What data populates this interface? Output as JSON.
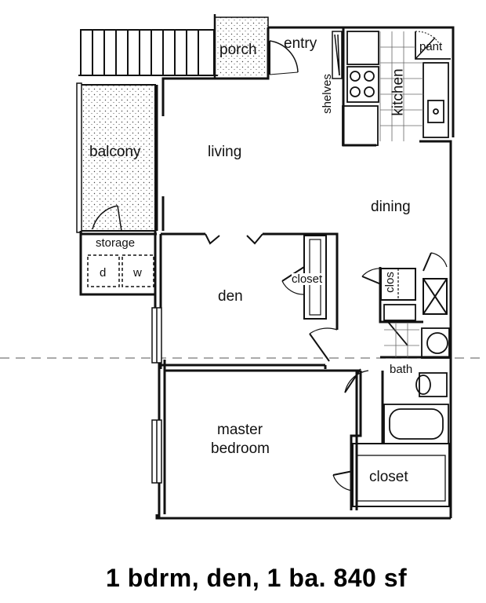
{
  "rooms": {
    "porch": "porch",
    "entry": "entry",
    "pant": "pant",
    "shelves": "shelves",
    "kitchen": "kitchen",
    "balcony": "balcony",
    "living": "living",
    "dining": "dining",
    "storage": "storage",
    "d": "d",
    "w": "w",
    "closet_den": "closet",
    "den": "den",
    "clos": "clos",
    "bath": "bath",
    "master_bedroom_line1": "master",
    "master_bedroom_line2": "bedroom",
    "closet_master": "closet"
  },
  "caption": "1 bdrm, den, 1 ba. 840 sf"
}
